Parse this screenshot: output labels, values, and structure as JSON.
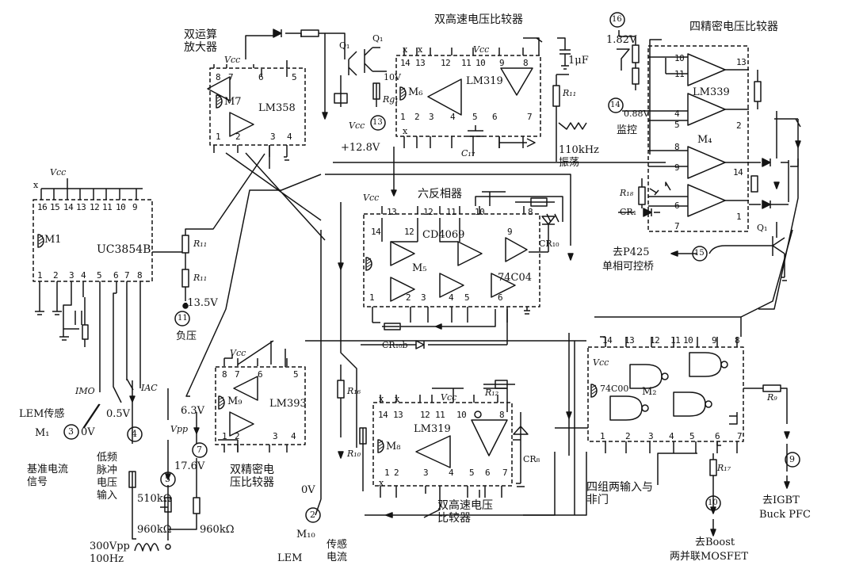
{
  "colors": {
    "ink": "#141414",
    "paper": "#ffffff"
  },
  "titles": {
    "dual_comparator_top": "双高速电压比较器",
    "quad_comparator": "四精密电压比较器",
    "dual_opamp": "双运算放大器",
    "hex_inverter": "六反相器",
    "dual_comparator_bottom": "双高速电压比较器",
    "dual_precision_comparator": "双精密电压比较器",
    "quad_nand": "四组两输入与非门",
    "oscillator": "110kHz振荡",
    "monitor": "监控",
    "negative": "负压"
  },
  "chips": {
    "m1": {
      "ref": "M1",
      "part": "UC3854B"
    },
    "m7": {
      "ref": "M7",
      "part": "LM358"
    },
    "m6": {
      "ref": "M₆",
      "part": "LM319"
    },
    "m4": {
      "ref": "M₄",
      "part": "LM339"
    },
    "m5": {
      "ref": "M₅",
      "part": "CD4069",
      "alt": "74C04"
    },
    "m9": {
      "ref": "M₉",
      "part": "LM393"
    },
    "m8": {
      "ref": "M₈",
      "part": "LM319"
    },
    "m2": {
      "ref": "M₂",
      "part": "74C00"
    }
  },
  "nodes": {
    "n2": "2",
    "n3": "3",
    "n4": "4",
    "n5": "5",
    "n7": "7",
    "n9": "9",
    "n10": "10",
    "n11": "11",
    "n13": "13",
    "n14": "14",
    "n15": "15",
    "n16": "16"
  },
  "labels": {
    "vcc": "Vcc",
    "x": "x",
    "v182": "1.82V",
    "v088": "0.88V",
    "v10": "10V",
    "v128": "+12.8V",
    "v135": "-13.5V",
    "v05": "0.5V",
    "v0": "0V",
    "v63": "6.3V",
    "v176": "17.6V",
    "v0b": "0V",
    "cap1": "1μF",
    "r510": "510kΩ",
    "r960a": "960kΩ",
    "r960b": "960kΩ",
    "v300": "300Vpp",
    "hz100": "100Hz",
    "q1a": "Q₁",
    "q1b": "Q₁",
    "q1c": "Q₁",
    "r11a": "R₁₁",
    "r11b": "R₁₁",
    "r11c": "R₁₁",
    "rg1": "Rg₁",
    "c17": "C₁₇",
    "r16": "R₁₆",
    "r10": "R₁₀",
    "r12": "R₁₂",
    "r17": "R₁₇",
    "r9": "R₉",
    "r18": "R₁₈",
    "cr1": "CR₁",
    "cr10": "CR₁₀",
    "cr10b": "CR₁₀b",
    "cr8": "CR₈",
    "imo": "IMO",
    "iac": "IAC",
    "vpp": "Vpp",
    "lem_sense": "LEM传感",
    "m1_node": "M₁",
    "m10": "M₁₀",
    "lem": "LEM",
    "sense_current": "传感电流",
    "std_current": "基准电流信号",
    "lowfreq": "低频脉冲电压输入",
    "to_p425": "去P425",
    "single_scr": "单相可控桥",
    "to_igbt": "去IGBT",
    "buck_pfc": "Buck PFC",
    "to_boost": "去Boost",
    "two_mosfet": "两并联MOSFET"
  },
  "pins": {
    "m1_top": [
      "16",
      "15",
      "14",
      "13",
      "12",
      "11",
      "10",
      "9"
    ],
    "m1_bot": [
      "1",
      "2",
      "3",
      "4",
      "5",
      "6",
      "7",
      "8"
    ],
    "m7_top": [
      "8",
      "7",
      "6",
      "5"
    ],
    "m7_bot": [
      "1",
      "2",
      "3",
      "4"
    ],
    "m6_top": [
      "14",
      "13",
      "12",
      "11",
      "10",
      "9",
      "8"
    ],
    "m6_bot": [
      "1",
      "2",
      "3",
      "4",
      "5",
      "6",
      "7"
    ],
    "m5_top": [
      "13",
      "12",
      "11",
      "10",
      "8"
    ],
    "m5_bot": [
      "1",
      "2",
      "3",
      "4",
      "5",
      "6"
    ],
    "m5_mid": [
      "14",
      "12",
      "9"
    ],
    "m9_top": [
      "8",
      "7",
      "6",
      "5"
    ],
    "m9_bot": [
      "1",
      "2",
      "3",
      "4"
    ],
    "m8_top": [
      "14",
      "13",
      "12",
      "11",
      "10",
      "8"
    ],
    "m8_bot": [
      "1",
      "2",
      "3",
      "4",
      "5",
      "6",
      "7"
    ],
    "m2_top": [
      "14",
      "13",
      "12",
      "11",
      "10",
      "9",
      "8"
    ],
    "m2_bot": [
      "1",
      "2",
      "3",
      "4",
      "5",
      "6",
      "7"
    ],
    "m4_left": [
      "10",
      "11",
      "4",
      "5",
      "8",
      "9",
      "6",
      "7"
    ],
    "m4_right": [
      "13",
      "2",
      "14",
      "1"
    ]
  }
}
